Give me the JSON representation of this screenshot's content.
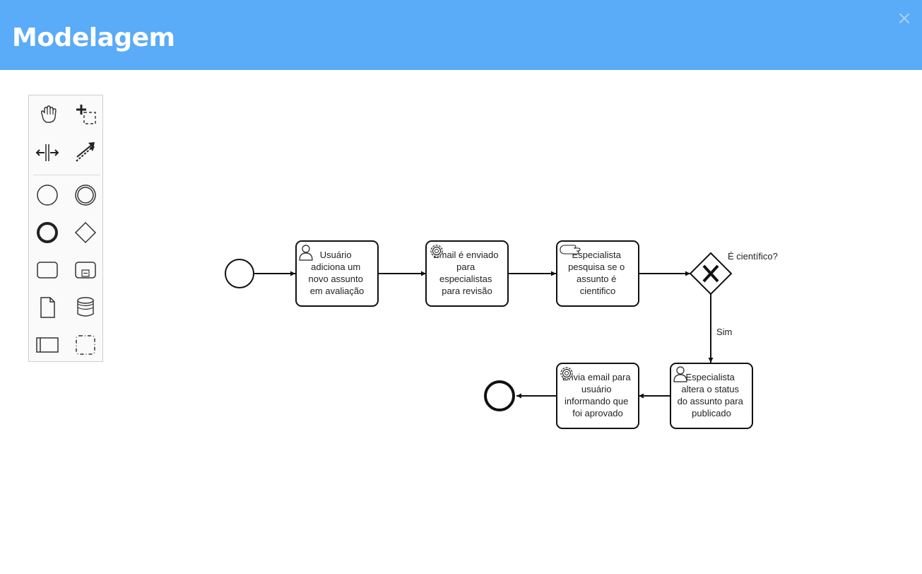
{
  "header": {
    "title": "Modelagem",
    "close_label": "×",
    "bg_color": "#5aabf8"
  },
  "palette": {
    "tools": [
      {
        "name": "hand-tool",
        "icon": "hand-icon"
      },
      {
        "name": "lasso-tool",
        "icon": "lasso-icon"
      },
      {
        "name": "space-tool",
        "icon": "space-icon"
      },
      {
        "name": "global-connect-tool",
        "icon": "connect-icon"
      },
      {
        "name": "start-event-tool",
        "icon": "start-event-icon"
      },
      {
        "name": "intermediate-event-tool",
        "icon": "intermediate-event-icon"
      },
      {
        "name": "end-event-tool",
        "icon": "end-event-icon"
      },
      {
        "name": "gateway-tool",
        "icon": "gateway-icon"
      },
      {
        "name": "task-tool",
        "icon": "task-icon"
      },
      {
        "name": "subprocess-tool",
        "icon": "subprocess-icon"
      },
      {
        "name": "data-object-tool",
        "icon": "data-object-icon"
      },
      {
        "name": "data-store-tool",
        "icon": "data-store-icon"
      },
      {
        "name": "participant-tool",
        "icon": "participant-icon"
      },
      {
        "name": "group-tool",
        "icon": "group-icon"
      }
    ]
  },
  "diagram": {
    "tasks": [
      {
        "id": "t1",
        "type": "user",
        "lines": [
          "Usuário",
          "adiciona um",
          "novo assunto",
          "em avaliação"
        ]
      },
      {
        "id": "t2",
        "type": "service",
        "lines": [
          "Email é enviado",
          "para",
          "especialistas",
          "para revisão"
        ]
      },
      {
        "id": "t3",
        "type": "manual",
        "lines": [
          "Especialista",
          "pesquisa se o",
          "assunto é",
          "cientifico"
        ]
      },
      {
        "id": "t4",
        "type": "user",
        "lines": [
          "Especialista",
          "altera o status",
          "do assunto para",
          "publicado"
        ]
      },
      {
        "id": "t5",
        "type": "service",
        "lines": [
          "Envia email para",
          "usuário",
          "informando que",
          "foi aprovado"
        ]
      }
    ],
    "gateway_label": "É científico?",
    "flow_label_yes": "Sim"
  }
}
